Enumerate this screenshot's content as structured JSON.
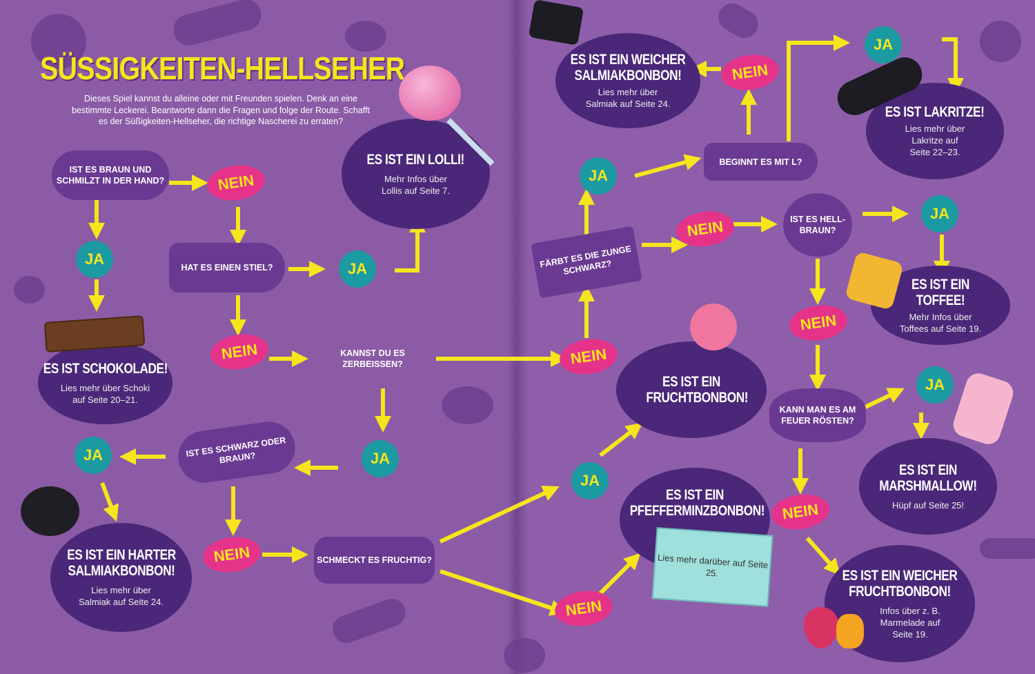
{
  "title": "SÜSSIGKEITEN-HELLSEHER",
  "intro": "Dieses Spiel kannst du alleine oder mit Freunden spielen. Denk an eine bestimmte Leckerei. Beantworte dann die Fragen und folge der Route. Schafft es der Süßigkeiten-Hellseher, die richtige Nascherei zu erraten?",
  "questions": [
    "Ist es braun und schmilzt in der Hand?",
    "Hat es einen Stiel?",
    "Kannst du es zerbeissen?",
    "Ist es schwarz oder braun?",
    "Schmeckt es fruchtig?",
    "Färbt es die Zunge schwarz?",
    "Beginnt es mit L?",
    "Ist es hell-braun?",
    "Kann man es am Feuer rösten?"
  ],
  "results": [
    {
      "title": "ES IST EIN LOLLI!",
      "text": "Mehr Infos über Lollis auf Seite 7."
    },
    {
      "title": "ES IST SCHOKOLADE!",
      "text": "Lies mehr über Schoki auf Seite 20–21."
    },
    {
      "title": "ES IST EIN HARTER SALMIAKBONBON!",
      "text": "Lies mehr über Salmiak auf Seite 24."
    },
    {
      "title": "ES IST EIN WEICHER SALMIAKBONBON!",
      "text": "Lies mehr über Salmiak auf Seite 24."
    },
    {
      "title": "ES IST LAKRITZE!",
      "text": "Lies mehr über Lakritze auf Seite 22–23."
    },
    {
      "title": "ES IST EIN TOFFEE!",
      "text": "Mehr Infos über Toffees auf Seite 19."
    },
    {
      "title": "ES IST EIN FRUCHTBONBON!",
      "text": ""
    },
    {
      "title": "ES IST EIN MARSHMALLOW!",
      "text": "Hüpf auf Seite 25!"
    },
    {
      "title": "ES IST EIN PFEFFERMINZBONBON!",
      "text": "Lies mehr darüber auf Seite 25."
    },
    {
      "title": "ES IST EIN WEICHER FRUCHTBONBON!",
      "text": "Infos über z. B. Marmelade auf Seite 19."
    }
  ],
  "yes_label": "JA",
  "no_label": "NEIN",
  "colors": {
    "background": "#8b5ba6",
    "result": "#4a2778",
    "question": "#6a3a92",
    "yes": "#1b9aa2",
    "no": "#e5338a",
    "arrow": "#f6e51c"
  }
}
